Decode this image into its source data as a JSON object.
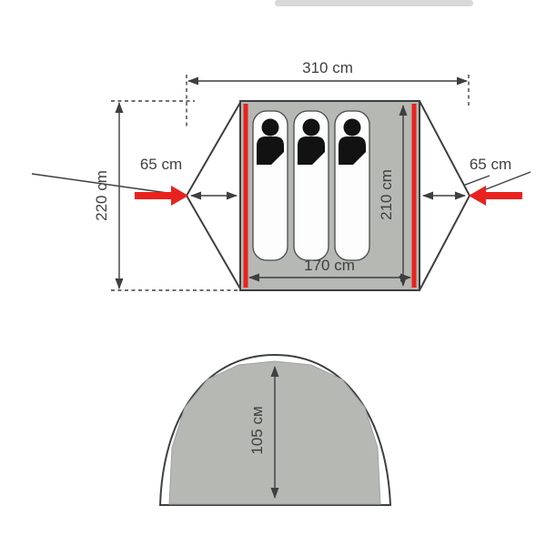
{
  "figure": {
    "type": "technical-diagram",
    "subject": "tent floor plan (top view) and front profile with dimensions"
  },
  "colors": {
    "fill_gray": "#b5b8b3",
    "arrow_red": "#e8231f",
    "line": "#3f3f3f",
    "background": "#ffffff",
    "watermark": "#d9d9d9"
  },
  "top_view": {
    "dim_total_length": "310 cm",
    "dim_total_width": "220 cm",
    "dim_inner_length": "210 cm",
    "dim_inner_width": "170 cm",
    "dim_vestibule_left": "65 cm",
    "dim_vestibule_right": "65 cm",
    "sleepers_count": 3
  },
  "front_view": {
    "dim_height": "105 см"
  }
}
